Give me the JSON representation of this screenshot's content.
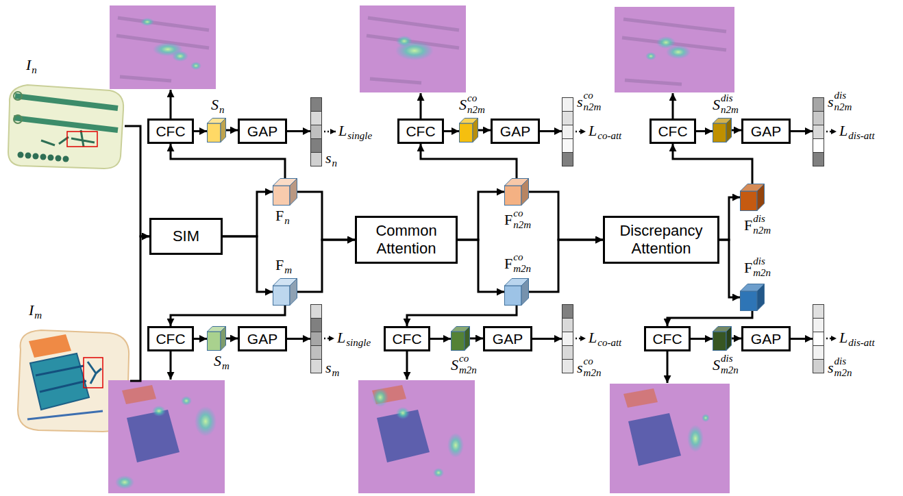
{
  "diagram": {
    "nodes": [
      {
        "text": [
          "I",
          "n"
        ]
      },
      {
        "text": [
          "CFC"
        ]
      },
      {
        "text": [
          "S",
          "n"
        ]
      },
      {
        "text": [
          "GAP"
        ]
      },
      {
        "text": [
          "s",
          "n"
        ]
      },
      {
        "text": [
          "CFC"
        ]
      },
      {
        "text": [
          "S",
          "n2m",
          "co"
        ]
      },
      {
        "text": [
          "GAP"
        ]
      },
      {
        "text": [
          "s",
          "n2m",
          "co"
        ]
      },
      {
        "text": [
          "CFC"
        ]
      },
      {
        "text": [
          "S",
          "n2m",
          "dis"
        ]
      },
      {
        "text": [
          "GAP"
        ]
      },
      {
        "text": [
          "s",
          "n2m",
          "dis"
        ]
      },
      {
        "text": [
          "SIM"
        ]
      },
      {
        "text": [
          "F",
          "n"
        ]
      },
      {
        "text": [
          "F",
          "m"
        ]
      },
      {
        "text": [
          "Common Attention"
        ]
      },
      {
        "text": [
          "F",
          "n2m",
          "co"
        ]
      },
      {
        "text": [
          "F",
          "m2n",
          "co"
        ]
      },
      {
        "text": [
          "Discrepancy Attention"
        ]
      },
      {
        "text": [
          "F",
          "n2m",
          "dis"
        ]
      },
      {
        "text": [
          "F",
          "m2n",
          "dis"
        ]
      },
      {
        "text": [
          "I",
          "m"
        ]
      },
      {
        "text": [
          "CFC"
        ]
      },
      {
        "text": [
          "S",
          "m"
        ]
      },
      {
        "text": [
          "GAP"
        ]
      },
      {
        "text": [
          "s",
          "m"
        ]
      },
      {
        "text": [
          "CFC"
        ]
      },
      {
        "text": [
          "S",
          "m2n",
          "co"
        ]
      },
      {
        "text": [
          "GAP"
        ]
      },
      {
        "text": [
          "s",
          "m2n",
          "co"
        ]
      },
      {
        "text": [
          "CFC"
        ]
      },
      {
        "text": [
          "S",
          "m2n",
          "dis"
        ]
      },
      {
        "text": [
          "GAP"
        ]
      },
      {
        "text": [
          "s",
          "m2n",
          "dis"
        ]
      }
    ],
    "edges": [
      {
        "from": 0,
        "to": 13,
        "arrow": "to"
      },
      {
        "from": 22,
        "to": 13,
        "arrow": "to"
      },
      {
        "from": 13,
        "to": 14,
        "arrow": "to"
      },
      {
        "from": 13,
        "to": 15,
        "arrow": "to"
      },
      {
        "from": 14,
        "to": 16,
        "arrow": "to"
      },
      {
        "from": 15,
        "to": 16,
        "arrow": "to"
      },
      {
        "from": 14,
        "to": 1,
        "arrow": "to"
      },
      {
        "from": 15,
        "to": 23,
        "arrow": "to"
      },
      {
        "from": 1,
        "to": 2,
        "arrow": "to"
      },
      {
        "from": 2,
        "to": 3,
        "arrow": "to"
      },
      {
        "from": 3,
        "to": 4,
        "arrow": "to"
      },
      {
        "from": 5,
        "to": 6,
        "arrow": "to"
      },
      {
        "from": 6,
        "to": 7,
        "arrow": "to"
      },
      {
        "from": 7,
        "to": 8,
        "arrow": "to"
      },
      {
        "from": 9,
        "to": 10,
        "arrow": "to"
      },
      {
        "from": 10,
        "to": 11,
        "arrow": "to"
      },
      {
        "from": 11,
        "to": 12,
        "arrow": "to"
      },
      {
        "from": 23,
        "to": 24,
        "arrow": "to"
      },
      {
        "from": 24,
        "to": 25,
        "arrow": "to"
      },
      {
        "from": 25,
        "to": 26,
        "arrow": "to"
      },
      {
        "from": 27,
        "to": 28,
        "arrow": "to"
      },
      {
        "from": 28,
        "to": 29,
        "arrow": "to"
      },
      {
        "from": 29,
        "to": 30,
        "arrow": "to"
      },
      {
        "from": 31,
        "to": 32,
        "arrow": "to"
      },
      {
        "from": 32,
        "to": 33,
        "arrow": "to"
      },
      {
        "from": 33,
        "to": 34,
        "arrow": "to"
      },
      {
        "from": 16,
        "to": 17,
        "arrow": "to"
      },
      {
        "from": 16,
        "to": 18,
        "arrow": "to"
      },
      {
        "from": 17,
        "to": 5,
        "arrow": "to"
      },
      {
        "from": 18,
        "to": 27,
        "arrow": "to"
      },
      {
        "from": 17,
        "to": 19,
        "arrow": "to"
      },
      {
        "from": 18,
        "to": 19,
        "arrow": "to"
      },
      {
        "from": 19,
        "to": 20,
        "arrow": "to"
      },
      {
        "from": 19,
        "to": 21,
        "arrow": "to"
      },
      {
        "from": 20,
        "to": 9,
        "arrow": "to"
      },
      {
        "from": 21,
        "to": 31,
        "arrow": "to"
      }
    ],
    "labels": [
      "L",
      "single",
      "L",
      "co-att",
      "L",
      "dis-att",
      "L",
      "single",
      "L",
      "co-att",
      "L",
      "dis-att"
    ]
  }
}
